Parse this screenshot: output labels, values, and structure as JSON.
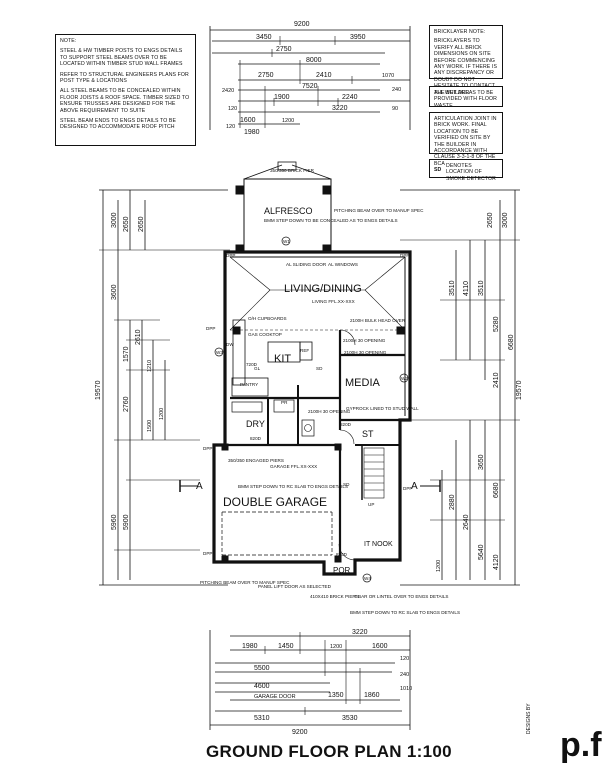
{
  "title": "GROUND FLOOR PLAN 1:100",
  "brand": "p.f",
  "byline": "DESIGNS BY",
  "notes": {
    "n0": "NOTE:",
    "n1": "STEEL & HW TIMBER POSTS TO ENGS DETAILS TO SUPPORT STEEL BEAMS OVER TO BE LOCATED WITHIN TIMBER STUD WALL FRAMES",
    "n2": "REFER TO STRUCTURAL ENGINEERS PLANS FOR POST TYPE & LOCATIONS",
    "n3": "ALL STEEL BEAMS TO BE CONCEALED WITHIN FLOOR JOISTS & ROOF SPACE. TIMBER SIZED TO ENSURE TRUSSES ARE DESIGNED FOR THE ABOVE REQUIREMENT TO SUITE",
    "n4": "STEEL BEAM ENDS TO ENGS DETAILS TO BE DESIGNED TO ACCOMMODATE ROOF PITCH"
  },
  "bricklayer": {
    "t": "BRICKLAYER NOTE:",
    "b": "BRICKLAYERS TO VERIFY ALL BRICK DIMENSIONS ON SITE BEFORE COMMENCING ANY WORK. IF THERE IS ANY DISCREPANCY OR DOUBT DO NOT HESITATE TO CONTACT THE BUILDER"
  },
  "wet": "ALL WET AREAS TO BE PROVIDED WITH FLOOR WASTE",
  "artic": "ARTICULATION JOINT IN BRICK WORK. FINAL LOCATION TO BE VERIFIED ON SITE BY THE BUILDER IN ACCORDANCE WITH CLAUSE 3-3-1-8 OF THE BCA",
  "smoke": "DENOTES LOCATION OF SMOKE DETECTOR",
  "smoke_code": "SD",
  "rooms": {
    "alfresco": "ALFRESCO",
    "living": "LIVING/DINING",
    "kit": "KIT",
    "media": "MEDIA",
    "dry": "DRY",
    "st": "ST",
    "garage": "DOUBLE GARAGE",
    "nook": "IT NOOK",
    "por": "POR",
    "pantry": "PANTRY",
    "pr": "PR"
  },
  "labels": {
    "livingffl": "LIVING FFL.XX-XXX",
    "garageffl": "GARAGE FFL.XX-XXX",
    "brickpier": "350/350 BRICK PIER",
    "beamstep1": "BMM STEP DOWN TO BE CONCEALED AS TO ENGS DETAILS",
    "beamstep2": "BMM STEP DOWN TO RC SLAB TO ENGS DETAILS",
    "beamstep3": "BMM STEP DOWN TO RC SLAB TO ENGS DETAILS",
    "pitching1": "PITCHING BEAM OVER TO MANUF SPEC",
    "pitching2": "PITCHING BEAM OVER TO MANUF SPEC",
    "engaged": "350/350 ENGAGED PIERS",
    "panel": "PANEL LIFT DOOR AS SELECTED",
    "pier2": "410X410 BRICK PIERS",
    "tbar": "T BAR OR LINTEL OVER TO ENGS DETAILS",
    "slidingdoor": "AL SLIDING DOOR",
    "windows": "AL WINDOWS",
    "bulkhead": "2100H BULK HEAD OVER",
    "opening1": "2100H 30 OPENING",
    "opening2": "2100H 30 OPENING",
    "opening3": "2100H 30 OPENING",
    "gyprock": "GYPROCK LINED TO STUD WALL",
    "cupboards": "O/H CUPBOARDS",
    "gascooktop": "GAS COOKTOP",
    "ref": "REF",
    "dw": "DW",
    "gl": "GL",
    "dpp1": "DPP",
    "dpp2": "DPP",
    "dpp3": "DPP",
    "dpp4": "DPP",
    "dpp5": "DPP",
    "dpp6": "DPP",
    "up": "UP",
    "w1": "W1",
    "w2": "W2",
    "w3": "W3",
    "w4": "W4",
    "sd1": "SD",
    "sd2": "SD",
    "d820a": "820D",
    "d820b": "820D",
    "d820c": "820D",
    "d720": "720D",
    "section_a1": "A",
    "section_a2": "A"
  },
  "dims_top": {
    "overall": "9200",
    "a": "3450",
    "b": "3950",
    "c": "2750",
    "d": "8000",
    "e": "2750",
    "f": "2410",
    "g": "1070",
    "h": "7520",
    "i": "1900",
    "j": "2240",
    "k": "3220",
    "l": "1600",
    "m": "1200",
    "n": "1980",
    "o": "120",
    "p": "2420",
    "q": "240",
    "r": "120",
    "s": "90"
  },
  "dims_bottom": {
    "overall": "9200",
    "a": "1980",
    "b": "1450",
    "c": "3220",
    "d": "1200",
    "e": "1600",
    "f": "5500",
    "g": "4600",
    "h": "GARAGE DOOR",
    "i": "1350",
    "j": "1860",
    "k": "5310",
    "l": "3530",
    "m": "120",
    "n": "240",
    "o": "1010"
  },
  "dims_left": {
    "overall": "19570",
    "a": "3000",
    "b": "2650",
    "c": "2650",
    "d": "3600",
    "e": "1570",
    "f": "2610",
    "g": "2760",
    "h": "5960",
    "i": "5900",
    "j": "1210",
    "k": "1200",
    "l": "1500"
  },
  "dims_right": {
    "overall": "19570",
    "a": "3000",
    "b": "2650",
    "c": "3510",
    "d": "4110",
    "e": "3510",
    "f": "5280",
    "g": "6680",
    "h": "2410",
    "i": "3650",
    "j": "6680",
    "k": "2880",
    "l": "2640",
    "m": "5640",
    "n": "4120",
    "o": "1200"
  }
}
